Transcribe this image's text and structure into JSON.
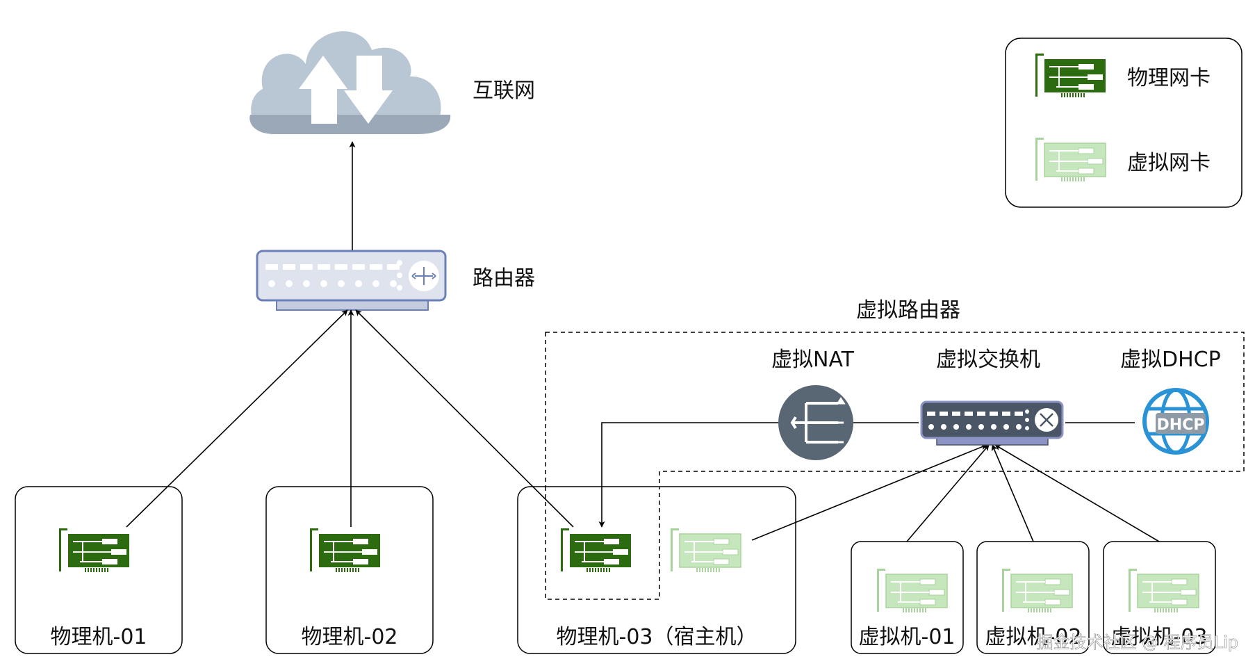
{
  "nodes": {
    "internet": "互联网",
    "router": "路由器",
    "virtual_router": "虚拟路由器",
    "virtual_nat": "虚拟NAT",
    "virtual_switch": "虚拟交换机",
    "virtual_dhcp": "虚拟DHCP",
    "dhcp_icon_text": "DHCP"
  },
  "machines": {
    "pm1": "物理机-01",
    "pm2": "物理机-02",
    "pm3": "物理机-03（宿主机）",
    "vm1": "虚拟机-01",
    "vm2": "虚拟机-02",
    "vm3": "虚拟机-03"
  },
  "legend": {
    "physical_nic": "物理网卡",
    "virtual_nic": "虚拟网卡"
  },
  "watermark": "掘金技术社区 @ 程序员Lip",
  "colors": {
    "physical_nic": "#2c6b10",
    "virtual_nic": "#b8dcae",
    "cloud": "#b9c6d3",
    "router_frame": "#6b7fb8",
    "switch_dark": "#4a5566",
    "nat": "#596673",
    "dhcp": "#2a93d5"
  }
}
